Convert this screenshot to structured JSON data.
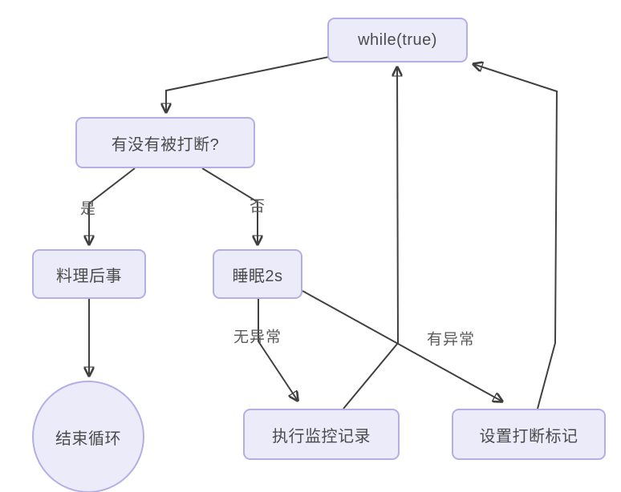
{
  "diagram": {
    "type": "flowchart",
    "background": "#ffffff",
    "colors": {
      "node_fill": "#ecebfa",
      "node_border": "#b5aee5",
      "node_text": "#4b4b4b",
      "edge_line": "#404040",
      "edge_label_text": "#5a5a5a"
    },
    "nodes": {
      "while_loop": "while(true)",
      "interrupt_check": "有没有被打断?",
      "cleanup": "料理后事",
      "sleep": "睡眠2s",
      "end_loop": "结束循环",
      "monitor_log": "执行监控记录",
      "set_flag": "设置打断标记"
    },
    "edge_labels": {
      "yes": "是",
      "no": "否",
      "no_exception": "无异常",
      "has_exception": "有异常"
    },
    "edges": [
      {
        "from": "while_loop",
        "to": "interrupt_check",
        "label": ""
      },
      {
        "from": "interrupt_check",
        "to": "cleanup",
        "label": "是"
      },
      {
        "from": "interrupt_check",
        "to": "sleep",
        "label": "否"
      },
      {
        "from": "cleanup",
        "to": "end_loop",
        "label": ""
      },
      {
        "from": "sleep",
        "to": "monitor_log",
        "label": "无异常"
      },
      {
        "from": "sleep",
        "to": "set_flag",
        "label": "有异常"
      },
      {
        "from": "monitor_log",
        "to": "while_loop",
        "label": ""
      },
      {
        "from": "set_flag",
        "to": "while_loop",
        "label": ""
      }
    ]
  }
}
